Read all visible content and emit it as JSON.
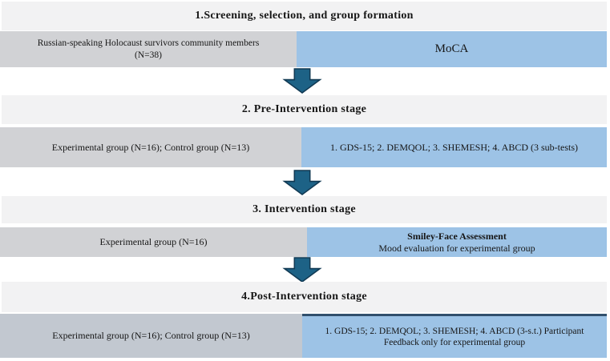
{
  "diagram_title": "Study stages flow diagram",
  "colors": {
    "stage_band_bg": "#f2f2f3",
    "group_cell_bg": "#d1d2d5",
    "group_cell_bg_stage4": "#c2c8d0",
    "measure_cell_bg": "#9dc3e6",
    "stage4_measure_top_border": "#31506d",
    "arrow_fill": "#1d6286",
    "arrow_outline": "#123a54",
    "text": "#161616"
  },
  "arrow_icon": "block-arrow-down",
  "sections": [
    {
      "title": "1.Screening, selection, and group formation",
      "left": {
        "line1": "Russian-speaking Holocaust survivors community members",
        "line2": "(N=38)"
      },
      "right": {
        "line1": "MoCA"
      }
    },
    {
      "title": "2. Pre-Intervention stage",
      "left": {
        "line1": "Experimental group (N=16); Control group (N=13)"
      },
      "right": {
        "line1": "1. GDS-15; 2. DEMQOL; 3. SHEMESH;  4. ABCD (3 sub-tests)"
      }
    },
    {
      "title": "3. Intervention stage",
      "left": {
        "line1": "Experimental group (N=16)"
      },
      "right": {
        "line1": "Smiley-Face Assessment",
        "line2": "Mood evaluation for experimental group"
      }
    },
    {
      "title": "4.Post-Intervention stage",
      "left": {
        "line1": "Experimental group (N=16); Control group (N=13)"
      },
      "right": {
        "line1": "1. GDS-15; 2. DEMQOL; 3. SHEMESH; 4. ABCD (3-s.t.) Participant",
        "line2": "Feedback only for experimental group"
      }
    }
  ]
}
